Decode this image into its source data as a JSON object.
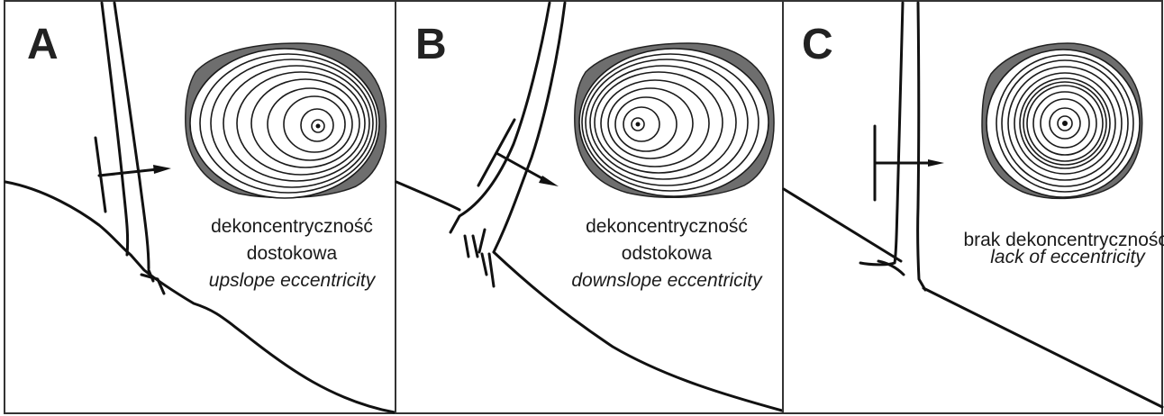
{
  "panels": [
    {
      "letter": "A",
      "caption": [
        "dekoncentryczność",
        "dostokowa"
      ],
      "caption_en": "upslope eccentricity"
    },
    {
      "letter": "B",
      "caption": [
        "dekoncentryczność",
        "odstokowa"
      ],
      "caption_en": "downslope eccentricity"
    },
    {
      "letter": "C",
      "caption": [
        "brak dekoncentryczności"
      ],
      "caption_en": "lack of eccentricity"
    }
  ],
  "colors": {
    "bark": "#6e6e6e",
    "line": "#111111",
    "border": "#333333"
  }
}
